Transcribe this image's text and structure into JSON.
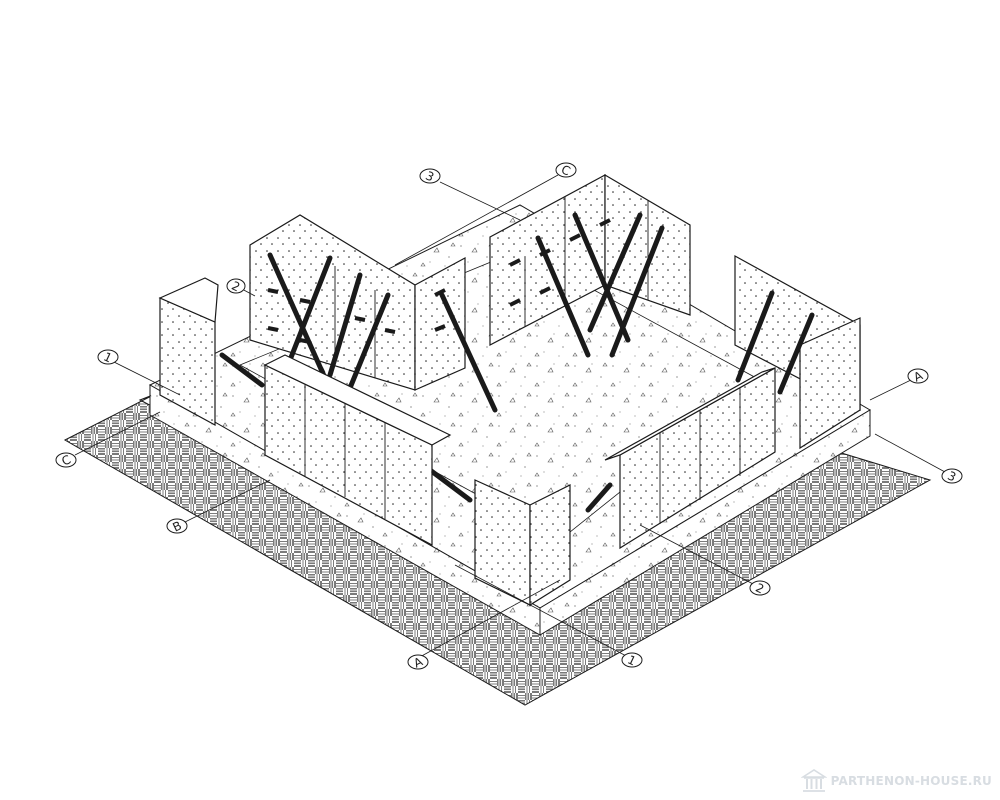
{
  "axis_labels": {
    "one": "1",
    "two": "2",
    "three": "3",
    "a": "A",
    "b": "B",
    "c": "C"
  },
  "watermark": {
    "text": "PARTHENON-HOUSE.RU",
    "icon": "temple-icon",
    "color": "#d8dde2"
  },
  "colors": {
    "line": "#1a1a1a",
    "hatch": "#222222",
    "paper": "#ffffff"
  }
}
